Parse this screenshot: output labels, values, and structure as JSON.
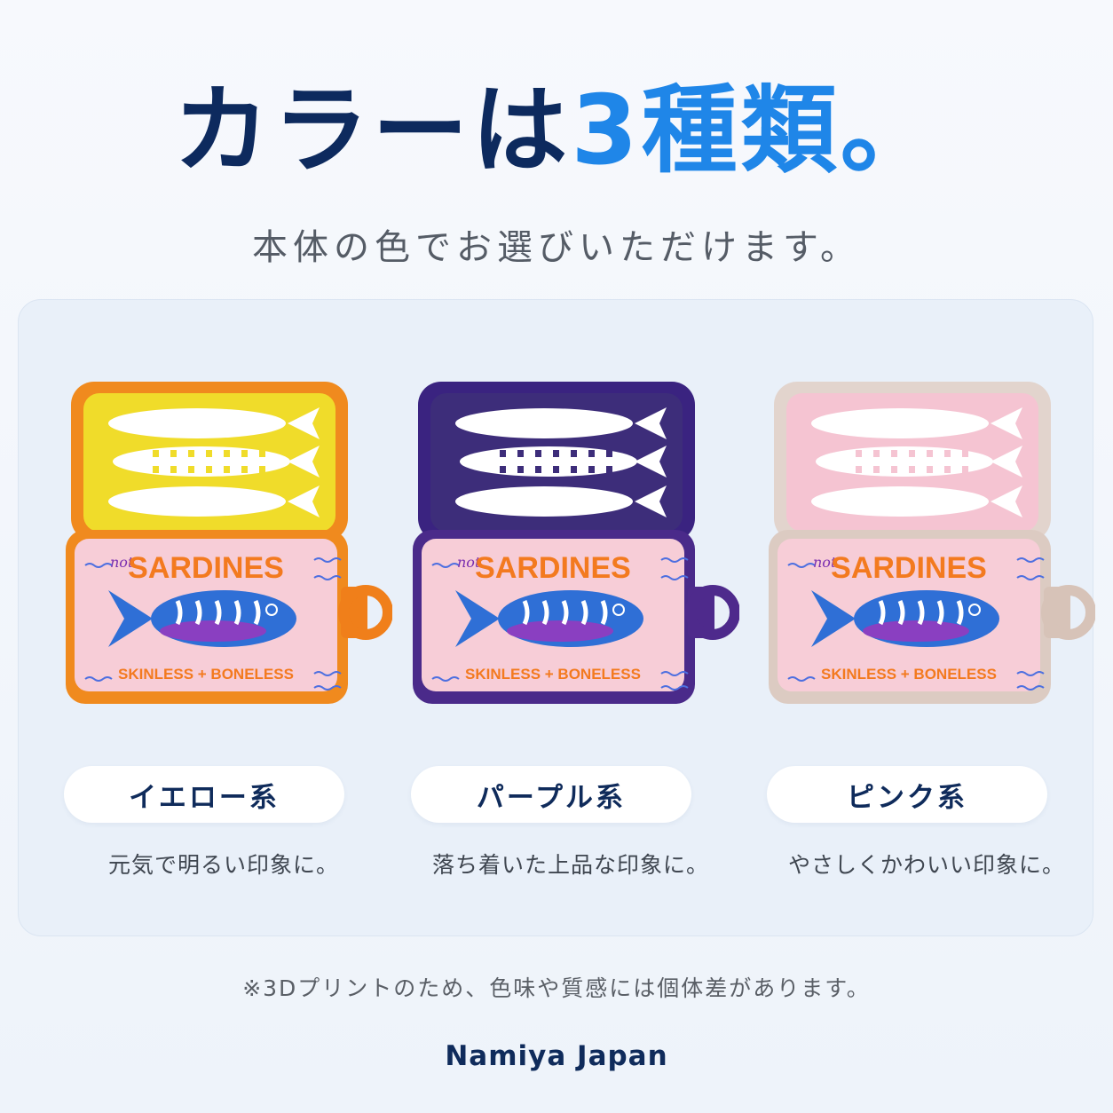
{
  "header": {
    "title_dark": "カラーは",
    "title_accent": "3種類。",
    "subtitle": "本体の色でお選びいただけます。"
  },
  "variants": [
    {
      "name": "イエロー系",
      "description": "元気で明るい印象に。",
      "colors": {
        "rim": "#f08a1e",
        "inner": "#f0dc2a",
        "base": "#f08a1e",
        "ring": "#f07f1a"
      }
    },
    {
      "name": "パープル系",
      "description": "落ち着いた上品な印象に。",
      "colors": {
        "rim": "#3a2380",
        "inner": "#3d2d7a",
        "base": "#4a2a8a",
        "ring": "#4e2a8c"
      }
    },
    {
      "name": "ピンク系",
      "description": "やさしくかわいい印象に。",
      "colors": {
        "rim": "#e2d4cd",
        "inner": "#f5c4d2",
        "base": "#dccbc2",
        "ring": "#d7c3b8"
      }
    }
  ],
  "tin_label": {
    "small": "not",
    "big": "SARDINES",
    "bottom": "SKINLESS + BONELESS",
    "colors": {
      "label": "#f7cdd7",
      "text": "#f37a1f",
      "fish": "#2f6fd6",
      "fish_belly": "#8a3fc1",
      "small": "#7a2fb0"
    }
  },
  "footer": {
    "note": "※3Dプリントのため、色味や質感には個体差があります。",
    "brand": "Namiya Japan"
  },
  "theme": {
    "navy": "#0d2a5e",
    "blue": "#1f86e8"
  }
}
